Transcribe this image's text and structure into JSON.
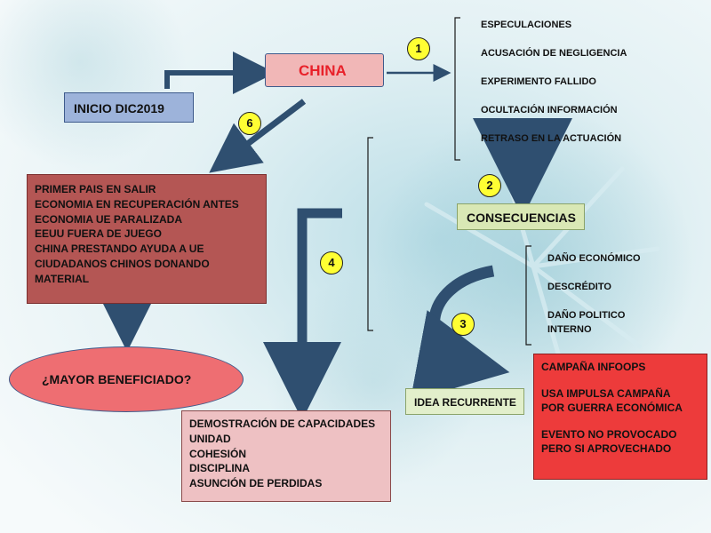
{
  "colors": {
    "inicio": "#9db3da",
    "china_fill": "#f1b7b7",
    "china_text": "#e8212a",
    "consecuencias": "#d9e8b5",
    "idea": "#e2efcb",
    "brown": "#b45654",
    "pink": "#eec1c3",
    "ellipse": "#ee6e72",
    "red": "#ed3b3b",
    "badge": "#ffff33"
  },
  "nodes": {
    "inicio": "INICIO DIC2019",
    "china": "CHINA",
    "consecuencias": "CONSECUENCIAS",
    "idea": "IDEA RECURRENTE",
    "mayor": "¿MAYOR BENEFICIADO?"
  },
  "steps": [
    "1",
    "2",
    "3",
    "4",
    "6"
  ],
  "list_china": [
    "ESPECULACIONES",
    "ACUSACIÓN DE NEGLIGENCIA",
    "EXPERIMENTO FALLIDO",
    "OCULTACIÓN INFORMACIÓN",
    "RETRASO EN LA ACTUACIÓN"
  ],
  "list_consecuencias": [
    "DAÑO ECONÓMICO",
    "DESCRÉDITO",
    "DAÑO POLITICO",
    "INTERNO"
  ],
  "brown_box": [
    "PRIMER PAIS EN SALIR",
    "ECONOMIA EN RECUPERACIÓN ANTES",
    "ECONOMIA UE PARALIZADA",
    "EEUU  FUERA DE JUEGO",
    "CHINA PRESTANDO AYUDA A  UE",
    "CIUDADANOS CHINOS  DONANDO",
    "MATERIAL"
  ],
  "pink_box": [
    "DEMOSTRACIÓN DE CAPACIDADES",
    "UNIDAD",
    "COHESIÓN",
    "DISCIPLINA",
    "ASUNCIÓN DE PERDIDAS"
  ],
  "red_box": {
    "line1": "CAMPAÑA INFOOPS",
    "line2": "USA IMPULSA CAMPAÑA",
    "line3": "POR GUERRA ECONÓMICA",
    "line4": "EVENTO NO PROVOCADO",
    "line5": "PERO SI APROVECHADO"
  }
}
